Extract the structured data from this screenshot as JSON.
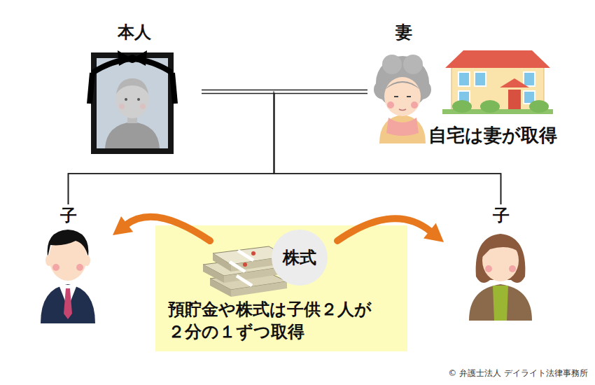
{
  "diagram": {
    "nodes": [
      {
        "text": [
          "本人"
        ]
      },
      {
        "text": [
          "妻",
          "自宅は妻が取得"
        ]
      },
      {
        "text": [
          "子"
        ]
      },
      {
        "text": [
          "預貯金や株式は子供２人が ２分の１ずつ取得"
        ]
      },
      {
        "text": [
          "株式"
        ],
        "in": 3
      },
      {
        "text": [
          "子"
        ]
      }
    ],
    "edges": [
      {
        "from": 0,
        "to": 1,
        "arrow": "none"
      },
      {
        "from": 0,
        "to": 2,
        "arrow": "none"
      },
      {
        "from": 0,
        "to": 5,
        "arrow": "none"
      },
      {
        "from": 1,
        "to": 2,
        "arrow": "none"
      },
      {
        "from": 1,
        "to": 5,
        "arrow": "none"
      },
      {
        "from": 3,
        "to": 2,
        "arrow": "to"
      },
      {
        "from": 3,
        "to": 5,
        "arrow": "to"
      }
    ],
    "labels": [
      "© 弁護士法人 デイライト法律事務所"
    ]
  }
}
